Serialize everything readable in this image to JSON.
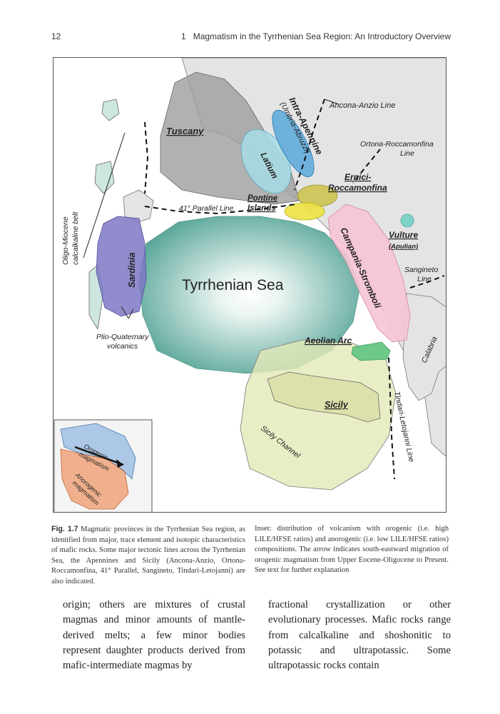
{
  "header": {
    "page_number": "12",
    "running_title": "1   Magmatism in the Tyrrhenian Sea Region: An Introductory Overview"
  },
  "figure": {
    "labels": {
      "ancona_anzio": "Ancona-Anzio Line",
      "intra_apennine": "Intra-Apennine",
      "umbria_abruzzi": "(Umbria-Abruzzi)",
      "ortona_1": "Ortona-Roccamonfina",
      "ortona_2": "Line",
      "tuscany": "Tuscany",
      "latium": "Latium",
      "ernici_1": "Ernici-",
      "ernici_2": "Roccamonfina",
      "pontine_1": "Pontine",
      "pontine_2": "Islands",
      "parallel": "41° Parallel Line",
      "oligo_1": "Oligo-Miocene",
      "oligo_2": "calcalkaline belt",
      "vulture": "Vulture",
      "apulian": "(Apulian)",
      "sardinia": "Sardinia",
      "tyrrhenian": "Tyrrhenian Sea",
      "campania": "Campania-Stromboli",
      "sangineto_1": "Sangineto",
      "sangineto_2": "Line",
      "plio_1": "Plio-Quaternary",
      "plio_2": "volcanics",
      "aeolian": "Aeolian Arc",
      "calabria": "Calabria",
      "sicily": "Sicily",
      "sicily_channel": "Sicily Channel",
      "tindari": "Tindari-Letojanni Line",
      "orogenic_1": "Orogenic",
      "orogenic_2": "magmatism",
      "anorogenic_1": "Anorogenic",
      "anorogenic_2": "magmatism"
    },
    "colors": {
      "land": "#e4e4e4",
      "tuscany": "#9e9e9e",
      "latium": "#a8dde6",
      "intra_apennine": "#5aa8dc",
      "ernici": "#ccc24a",
      "pontine": "#ece244",
      "sardinia": "#7e78c4",
      "calcalkaline": "#cde6df",
      "tyrrhenian_center": "#ffffff",
      "tyrrhenian_edge": "#5ea99c",
      "campania": "#f6c4d4",
      "vulture": "#7fd2c8",
      "aeolian": "#6cc98a",
      "sicily_channel": "#e4e8b8",
      "inset_orogenic": "#9fbfe3",
      "inset_anorogenic": "#efa37a"
    }
  },
  "caption": {
    "label": "Fig. 1.7",
    "left": "Magmatic provinces in the Tyrrhenian Sea region, as identified from major, trace element and isotopic characteristics of mafic rocks. Some major tectonic lines across the Tyrrhenian Sea, the Apennines and Sicily (Ancona-Anzio, Ortona-Roccamonfina, 41° Parallel, Sangineto, Tindari-Letojanni) are also indicated.",
    "right": "Inset: distribution of volcanism with orogenic (i.e. high LILE/HFSE ratios) and anorogenic (i.e. low LILE/HFSE ratios) compositions. The arrow indicates south-eastward migration of orogenic magmatism from Upper Eocene-Oligocene to Present. See text for further explanation"
  },
  "body": {
    "left": "origin; others are mixtures of crustal magmas and minor amounts of mantle-derived melts; a few minor bodies represent daughter products derived from mafic-intermediate magmas by",
    "right": "fractional crystallization or other evolutionary processes. Mafic rocks range from calcalkaline and shoshonitic to potassic and ultrapotassic. Some ultrapotassic rocks contain"
  }
}
